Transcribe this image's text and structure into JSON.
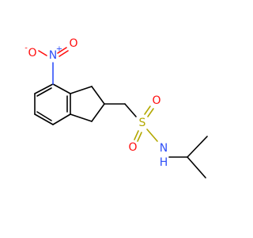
{
  "atoms": {
    "nitro_o_left": {
      "symbol": "O",
      "charge": "-",
      "color": "#ff0d0d"
    },
    "nitro_n": {
      "symbol": "N",
      "charge": "+",
      "color": "#3050f8"
    },
    "nitro_o_right": {
      "symbol": "O",
      "color": "#ff0d0d"
    },
    "sulfur": {
      "symbol": "S",
      "color": "#b3a800"
    },
    "sulfonyl_o_top": {
      "symbol": "O",
      "color": "#ff0d0d"
    },
    "sulfonyl_o_bottom": {
      "symbol": "O",
      "color": "#ff0d0d"
    },
    "amide_nh": {
      "symbol": "N",
      "h": "H",
      "color": "#3050f8"
    }
  },
  "bond_color": "#000000"
}
